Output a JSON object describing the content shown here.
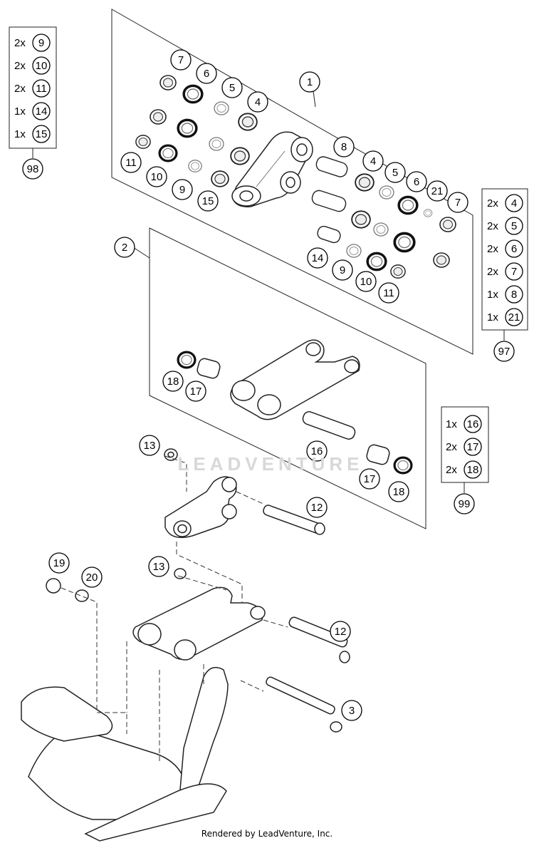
{
  "footer": "Rendered by LeadVenture, Inc.",
  "watermark": "LEADVENTURE",
  "callouts": [
    {
      "id": "c1",
      "label": "1"
    },
    {
      "id": "c2",
      "label": "2"
    },
    {
      "id": "c3",
      "label": "3"
    },
    {
      "id": "c4a",
      "label": "4"
    },
    {
      "id": "c4b",
      "label": "4"
    },
    {
      "id": "c5a",
      "label": "5"
    },
    {
      "id": "c5b",
      "label": "5"
    },
    {
      "id": "c6a",
      "label": "6"
    },
    {
      "id": "c6b",
      "label": "6"
    },
    {
      "id": "c7a",
      "label": "7"
    },
    {
      "id": "c7b",
      "label": "7"
    },
    {
      "id": "c8",
      "label": "8"
    },
    {
      "id": "c9a",
      "label": "9"
    },
    {
      "id": "c9b",
      "label": "9"
    },
    {
      "id": "c10a",
      "label": "10"
    },
    {
      "id": "c10b",
      "label": "10"
    },
    {
      "id": "c11a",
      "label": "11"
    },
    {
      "id": "c11b",
      "label": "11"
    },
    {
      "id": "c12a",
      "label": "12"
    },
    {
      "id": "c12b",
      "label": "12"
    },
    {
      "id": "c13a",
      "label": "13"
    },
    {
      "id": "c13b",
      "label": "13"
    },
    {
      "id": "c14",
      "label": "14"
    },
    {
      "id": "c15",
      "label": "15"
    },
    {
      "id": "c16",
      "label": "16"
    },
    {
      "id": "c17a",
      "label": "17"
    },
    {
      "id": "c17b",
      "label": "17"
    },
    {
      "id": "c18a",
      "label": "18"
    },
    {
      "id": "c18b",
      "label": "18"
    },
    {
      "id": "c19",
      "label": "19"
    },
    {
      "id": "c20",
      "label": "20"
    },
    {
      "id": "c21",
      "label": "21"
    }
  ],
  "kits": [
    {
      "id": "98",
      "label": "98",
      "items": [
        {
          "qty": "2x",
          "part": "9"
        },
        {
          "qty": "2x",
          "part": "10"
        },
        {
          "qty": "2x",
          "part": "11"
        },
        {
          "qty": "1x",
          "part": "14"
        },
        {
          "qty": "1x",
          "part": "15"
        }
      ]
    },
    {
      "id": "97",
      "label": "97",
      "items": [
        {
          "qty": "2x",
          "part": "4"
        },
        {
          "qty": "2x",
          "part": "5"
        },
        {
          "qty": "2x",
          "part": "6"
        },
        {
          "qty": "2x",
          "part": "7"
        },
        {
          "qty": "1x",
          "part": "8"
        },
        {
          "qty": "1x",
          "part": "21"
        }
      ]
    },
    {
      "id": "99",
      "label": "99",
      "items": [
        {
          "qty": "1x",
          "part": "16"
        },
        {
          "qty": "2x",
          "part": "17"
        },
        {
          "qty": "2x",
          "part": "18"
        }
      ]
    }
  ]
}
